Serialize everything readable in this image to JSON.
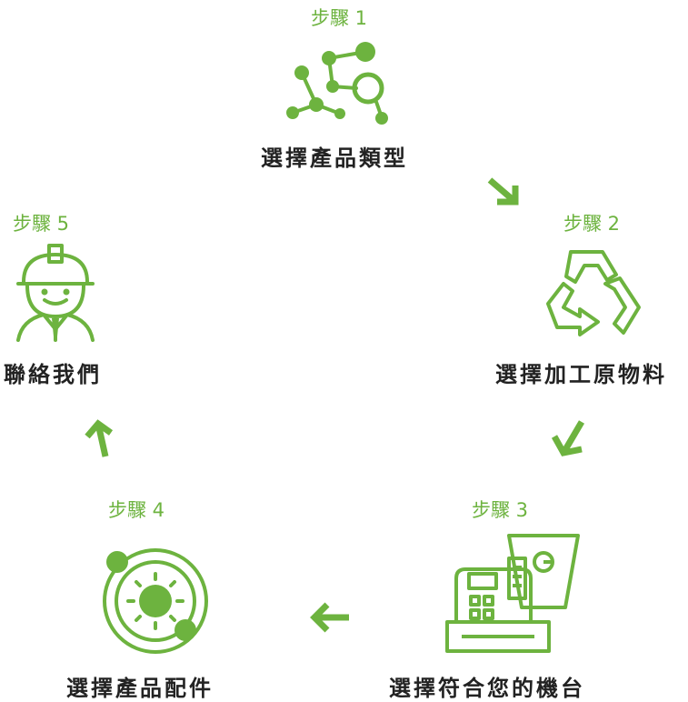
{
  "colors": {
    "accent": "#6db33f",
    "text": "#222222",
    "background": "#ffffff"
  },
  "steps": [
    {
      "label": "步驟 1",
      "title": "選擇產品類型",
      "icon": "molecule-icon"
    },
    {
      "label": "步驟 2",
      "title": "選擇加工原物料",
      "icon": "recycle-icon"
    },
    {
      "label": "步驟 3",
      "title": "選擇符合您的機台",
      "icon": "machine-icon"
    },
    {
      "label": "步驟 4",
      "title": "選擇產品配件",
      "icon": "sun-orbit-icon"
    },
    {
      "label": "步驟 5",
      "title": "聯絡我們",
      "icon": "worker-icon"
    }
  ],
  "arrows": [
    "arrow-step1-to-step2",
    "arrow-step2-to-step3",
    "arrow-step3-to-step4",
    "arrow-step4-to-step5"
  ]
}
